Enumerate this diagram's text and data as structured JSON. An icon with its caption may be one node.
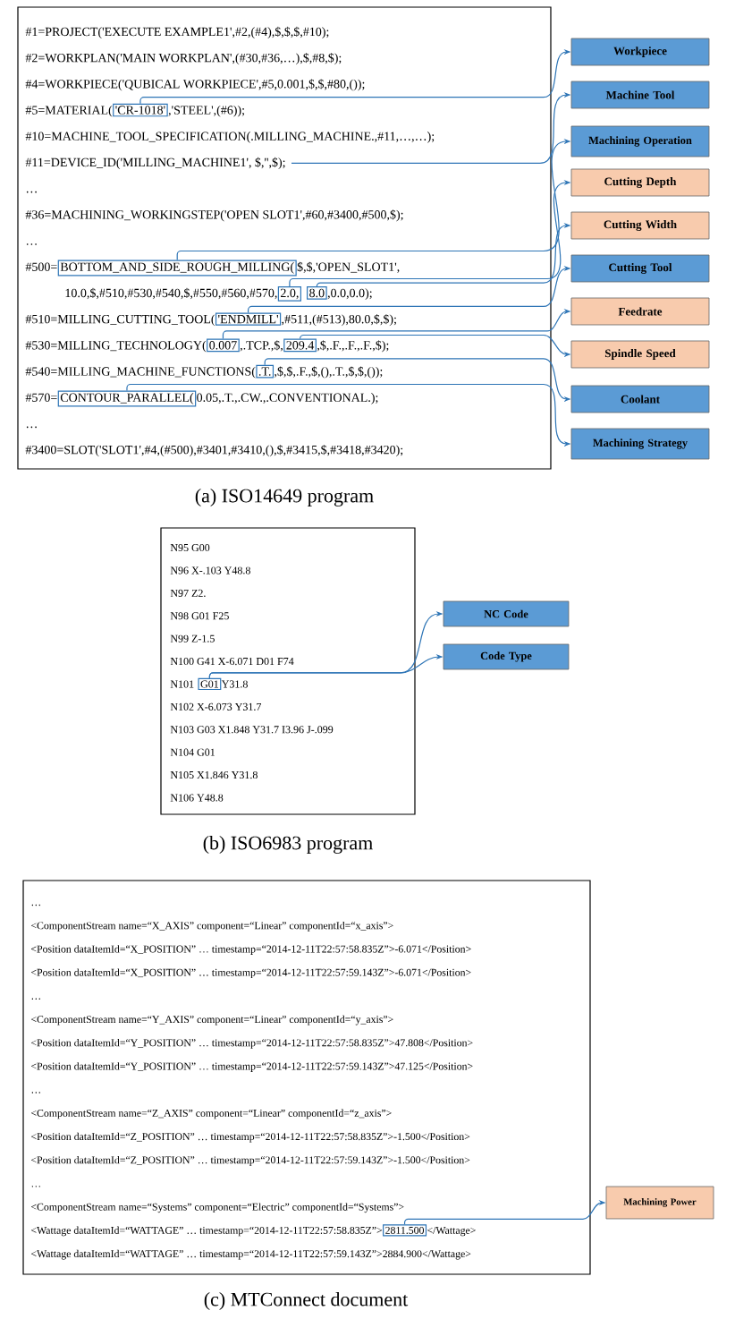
{
  "diagram": {
    "nodes": [
      {
        "text": [
          "'CR-1018'"
        ]
      },
      {
        "text": [
          "BOTTOM_AND_SIDE_ROUGH_MILLING("
        ]
      },
      {
        "text": [
          "2.0,"
        ]
      },
      {
        "text": [
          "8.0"
        ]
      },
      {
        "text": [
          "'ENDMILL'"
        ]
      },
      {
        "text": [
          "0.007"
        ]
      },
      {
        "text": [
          "209.4"
        ]
      },
      {
        "text": [
          ".T."
        ]
      },
      {
        "text": [
          "CONTOUR_PARALLEL("
        ]
      },
      {
        "text": [
          "Workpiece"
        ]
      },
      {
        "text": [
          "Machine Tool"
        ]
      },
      {
        "text": [
          "Machining Operation"
        ]
      },
      {
        "text": [
          "Cutting Depth"
        ]
      },
      {
        "text": [
          "Cutting Width"
        ]
      },
      {
        "text": [
          "Cutting Tool"
        ]
      },
      {
        "text": [
          "Feedrate"
        ]
      },
      {
        "text": [
          "Spindle Speed"
        ]
      },
      {
        "text": [
          "Coolant"
        ]
      },
      {
        "text": [
          "Machining Strategy"
        ]
      },
      {
        "text": [
          "G01"
        ]
      },
      {
        "text": [
          "NC Code"
        ]
      },
      {
        "text": [
          "Code Type"
        ]
      },
      {
        "text": [
          "2811.500"
        ]
      },
      {
        "text": [
          "Machining Power"
        ]
      },
      {
        "text": [
          "#11=DEVICE_ID('MILLING_MACHINE1', $,'',$);"
        ]
      }
    ],
    "edges": [
      {
        "from": 0,
        "to": 9,
        "arrow": "to"
      },
      {
        "from": 24,
        "to": 10,
        "arrow": "to"
      },
      {
        "from": 1,
        "to": 11,
        "arrow": "to"
      },
      {
        "from": 2,
        "to": 12,
        "arrow": "to"
      },
      {
        "from": 3,
        "to": 13,
        "arrow": "to"
      },
      {
        "from": 4,
        "to": 14,
        "arrow": "to"
      },
      {
        "from": 5,
        "to": 15,
        "arrow": "to"
      },
      {
        "from": 6,
        "to": 16,
        "arrow": "to"
      },
      {
        "from": 7,
        "to": 17,
        "arrow": "to"
      },
      {
        "from": 8,
        "to": 18,
        "arrow": "to"
      },
      {
        "from": 19,
        "to": 20,
        "arrow": "to"
      },
      {
        "from": 19,
        "to": 21,
        "arrow": "to"
      },
      {
        "from": 22,
        "to": 23,
        "arrow": "to"
      }
    ],
    "labels": [
      "#1=PROJECT('EXECUTE EXAMPLE1',#2,(#4),$,$,$,#10);",
      "#2=WORKPLAN('MAIN WORKPLAN',(#30,#36,…),$,#8,$);",
      "#4=WORKPIECE('QUBICAL WORKPIECE',#5,0.001,$,$,#80,());",
      "#5=MATERIAL(",
      ",'STEEL',(#6));",
      "#10=MACHINE_TOOL_SPECIFICATION(.MILLING_MACHINE.,#11,…,…);",
      "…",
      "#36=MACHINING_WORKINGSTEP('OPEN SLOT1',#60,#3400,#500,$);",
      "…",
      "#500=",
      "$,$,'OPEN_SLOT1',",
      "10.0,$,#510,#530,#540,$,#550,#560,#570,",
      ",0.0,0.0);",
      "#510=MILLING_CUTTING_TOOL(",
      ",#511,(#513),80.0,$,$);",
      "#530=MILLING_TECHNOLOGY(",
      ",.TCP.,$,",
      ",$,.F.,.F.,.F.,$);",
      "#540=MILLING_MACHINE_FUNCTIONS(",
      ",$,$,.F.,$,(),.T.,$,$,());",
      "#570=",
      "0.05,.T.,.CW.,.CONVENTIONAL.);",
      "…",
      "#3400=SLOT('SLOT1',#4,(#500),#3401,#3410,(),$,#3415,$,#3418,#3420);",
      "(a) ISO14649 program",
      "N95 G00",
      "N96 X-.103 Y48.8",
      "N97 Z2.",
      "N98 G01 F25",
      "N99 Z-1.5",
      "N100 G41 X-6.071 D01 F74",
      "N101",
      "Y31.8",
      "N102 X-6.073 Y31.7",
      "N103 G03 X1.848 Y31.7 I3.96 J-.099",
      "N104 G01",
      "N105 X1.846 Y31.8",
      "N106 Y48.8",
      "(b) ISO6983 program",
      "…",
      "<ComponentStream name=“X_AXIS” component=“Linear” componentId=“x_axis”>",
      "<Position dataItemId=“X_POSITION” … timestamp=“2014-12-11T22:57:58.835Z”>-6.071</Position>",
      "<Position dataItemId=“X_POSITION” … timestamp=“2014-12-11T22:57:59.143Z”>-6.071</Position>",
      "…",
      "<ComponentStream name=“Y_AXIS” component=“Linear” componentId=“y_axis”>",
      "<Position dataItemId=“Y_POSITION” … timestamp=“2014-12-11T22:57:58.835Z”>47.808</Position>",
      "<Position dataItemId=“Y_POSITION” … timestamp=“2014-12-11T22:57:59.143Z”>47.125</Position>",
      "…",
      "<ComponentStream name=“Z_AXIS” component=“Linear” componentId=“z_axis”>",
      "<Position dataItemId=“Z_POSITION” … timestamp=“2014-12-11T22:57:58.835Z”>-1.500</Position>",
      "<Position dataItemId=“Z_POSITION” … timestamp=“2014-12-11T22:57:59.143Z”>-1.500</Position>",
      "…",
      "<ComponentStream name=“Systems” component=“Electric” componentId=“Systems”>",
      "<Wattage dataItemId=“WATTAGE” … timestamp=“2014-12-11T22:57:58.835Z”>",
      "</Wattage>",
      "<Wattage dataItemId=“WATTAGE” … timestamp=“2014-12-11T22:57:59.143Z”>2884.900</Wattage>",
      "(c) MTConnect document"
    ]
  }
}
